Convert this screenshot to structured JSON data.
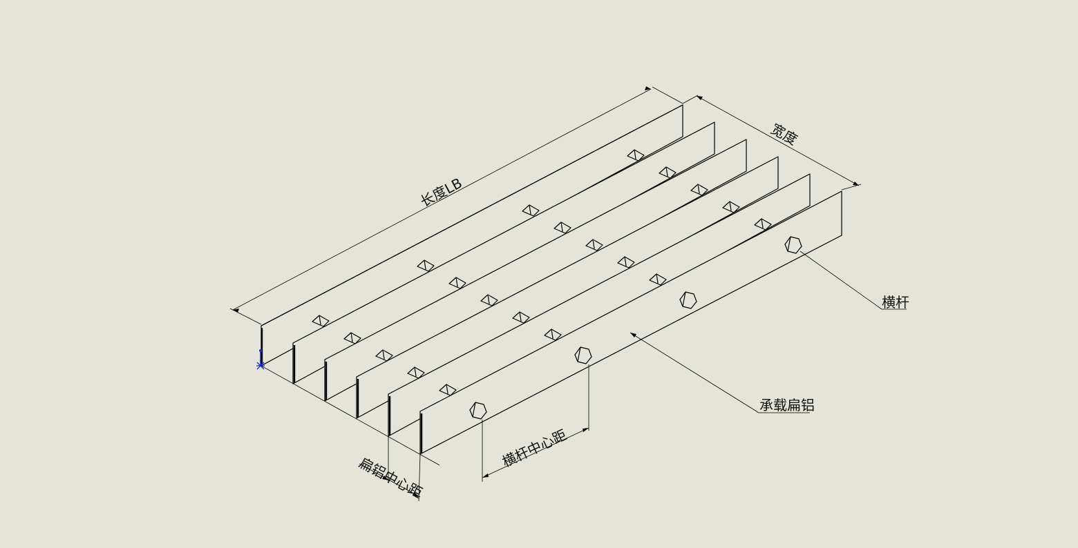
{
  "labels": {
    "length": "长度LB",
    "width": "宽度",
    "crossbar": "横杆",
    "bearing_bar": "承载扁铝",
    "bar_pitch": "扁铝中心距",
    "crossbar_pitch": "横杆中心距"
  },
  "drawing": {
    "bearing_bar_count": 6,
    "crossbar_rows_visible": 4
  },
  "colors": {
    "background": "#e4e4da",
    "line": "#000000",
    "origin_marker": "#1a2bd6"
  }
}
